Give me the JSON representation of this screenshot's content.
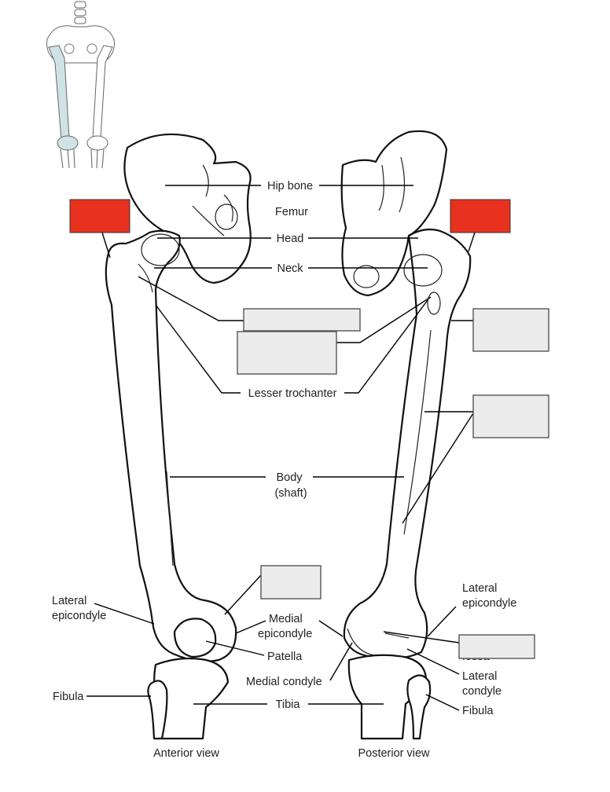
{
  "labels": {
    "hip_bone": "Hip bone",
    "femur": "Femur",
    "head": "Head",
    "neck": "Neck",
    "lesser_trochanter": "Lesser trochanter",
    "body_line1": "Body",
    "body_line2": "(shaft)",
    "lateral_epicondyle_left_1": "Lateral",
    "lateral_epicondyle_left_2": "epicondyle",
    "medial_epicondyle_1": "Medial",
    "medial_epicondyle_2": "epicondyle",
    "patella": "Patella",
    "medial_condyle": "Medial condyle",
    "fibula_left": "Fibula",
    "tibia": "Tibia",
    "lateral_epicondyle_right_1": "Lateral",
    "lateral_epicondyle_right_2": "epicondyle",
    "fossa_fragment": "fossa",
    "lateral_condyle_1": "Lateral",
    "lateral_condyle_2": "condyle",
    "fibula_right": "Fibula"
  },
  "views": {
    "anterior": "Anterior view",
    "posterior": "Posterior view"
  },
  "colors": {
    "red_box": "#e8321f",
    "blank_box": "#ececec",
    "thumbnail_highlight": "#cfe3e6"
  }
}
